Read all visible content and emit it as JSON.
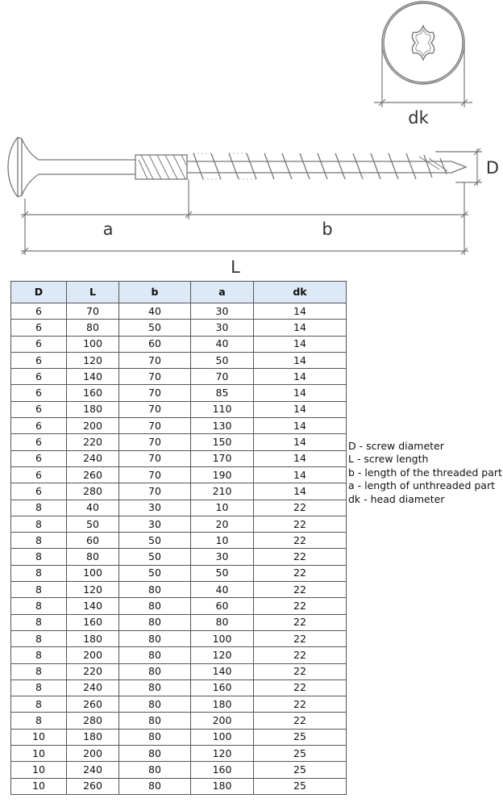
{
  "diagram": {
    "labels": {
      "dk": "dk",
      "D": "D",
      "a": "a",
      "b": "b",
      "L": "L"
    }
  },
  "table": {
    "headers": [
      "D",
      "L",
      "b",
      "a",
      "dk"
    ],
    "rows": [
      [
        "6",
        "70",
        "40",
        "30",
        "14"
      ],
      [
        "6",
        "80",
        "50",
        "30",
        "14"
      ],
      [
        "6",
        "100",
        "60",
        "40",
        "14"
      ],
      [
        "6",
        "120",
        "70",
        "50",
        "14"
      ],
      [
        "6",
        "140",
        "70",
        "70",
        "14"
      ],
      [
        "6",
        "160",
        "70",
        "85",
        "14"
      ],
      [
        "6",
        "180",
        "70",
        "110",
        "14"
      ],
      [
        "6",
        "200",
        "70",
        "130",
        "14"
      ],
      [
        "6",
        "220",
        "70",
        "150",
        "14"
      ],
      [
        "6",
        "240",
        "70",
        "170",
        "14"
      ],
      [
        "6",
        "260",
        "70",
        "190",
        "14"
      ],
      [
        "6",
        "280",
        "70",
        "210",
        "14"
      ],
      [
        "8",
        "40",
        "30",
        "10",
        "22"
      ],
      [
        "8",
        "50",
        "30",
        "20",
        "22"
      ],
      [
        "8",
        "60",
        "50",
        "10",
        "22"
      ],
      [
        "8",
        "80",
        "50",
        "30",
        "22"
      ],
      [
        "8",
        "100",
        "50",
        "50",
        "22"
      ],
      [
        "8",
        "120",
        "80",
        "40",
        "22"
      ],
      [
        "8",
        "140",
        "80",
        "60",
        "22"
      ],
      [
        "8",
        "160",
        "80",
        "80",
        "22"
      ],
      [
        "8",
        "180",
        "80",
        "100",
        "22"
      ],
      [
        "8",
        "200",
        "80",
        "120",
        "22"
      ],
      [
        "8",
        "220",
        "80",
        "140",
        "22"
      ],
      [
        "8",
        "240",
        "80",
        "160",
        "22"
      ],
      [
        "8",
        "260",
        "80",
        "180",
        "22"
      ],
      [
        "8",
        "280",
        "80",
        "200",
        "22"
      ],
      [
        "10",
        "180",
        "80",
        "100",
        "25"
      ],
      [
        "10",
        "200",
        "80",
        "120",
        "25"
      ],
      [
        "10",
        "240",
        "80",
        "160",
        "25"
      ],
      [
        "10",
        "260",
        "80",
        "180",
        "25"
      ]
    ]
  },
  "legend": [
    "D - screw diameter",
    "L - screw length",
    "b - length of the threaded part",
    "a - length of unthreaded part",
    "dk - head diameter"
  ]
}
